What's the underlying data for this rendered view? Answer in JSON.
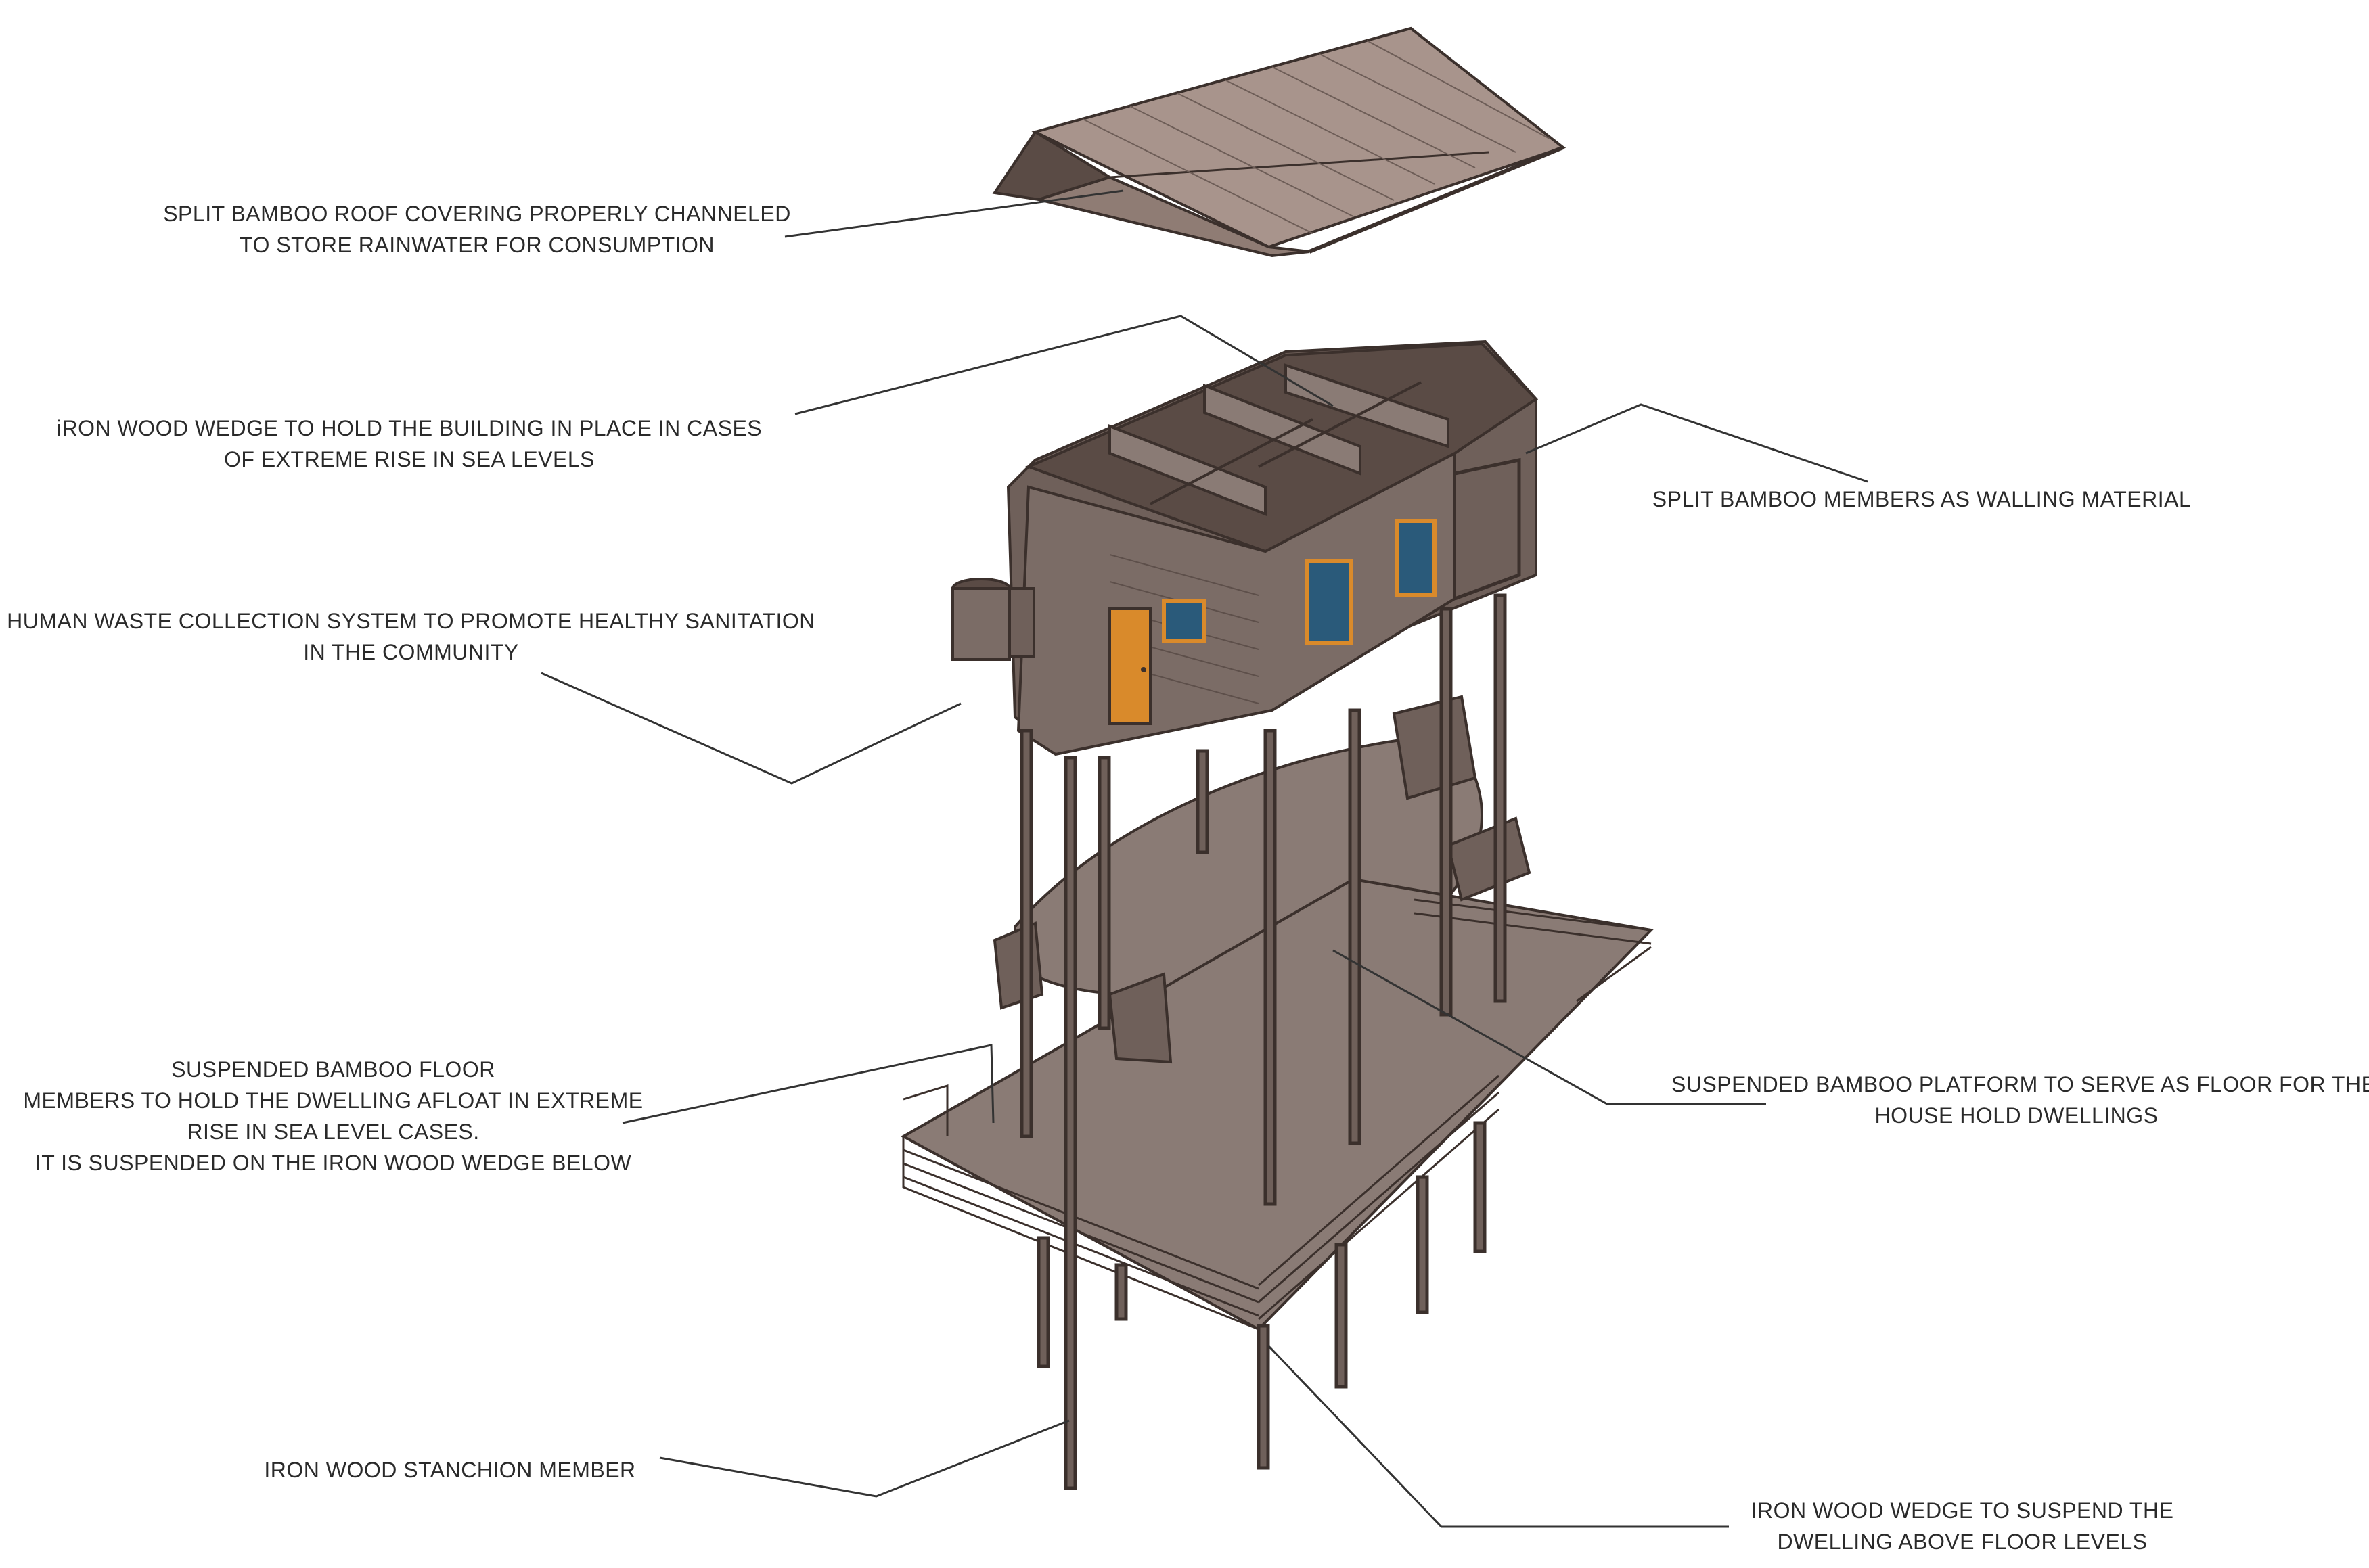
{
  "annotations": {
    "roof": {
      "lines": [
        "SPLIT BAMBOO ROOF COVERING PROPERLY CHANNELED",
        "TO STORE RAINWATER FOR CONSUMPTION"
      ]
    },
    "iron_wedge_top": {
      "lines": [
        "iRON WOOD WEDGE TO HOLD THE BUILDING IN PLACE IN CASES",
        "OF EXTREME RISE IN SEA LEVELS"
      ]
    },
    "walling": {
      "lines": [
        "SPLIT BAMBOO MEMBERS AS WALLING MATERIAL"
      ]
    },
    "waste": {
      "lines": [
        "HUMAN WASTE COLLECTION SYSTEM TO PROMOTE HEALTHY SANITATION",
        "IN THE COMMUNITY"
      ]
    },
    "floor": {
      "lines": [
        "SUSPENDED BAMBOO FLOOR",
        "MEMBERS TO HOLD THE DWELLING AFLOAT IN EXTREME",
        "RISE IN SEA LEVEL CASES.",
        "IT IS SUSPENDED ON THE IRON WOOD WEDGE BELOW"
      ]
    },
    "platform": {
      "lines": [
        "SUSPENDED BAMBOO PLATFORM TO SERVE AS FLOOR FOR THE",
        "HOUSE HOLD DWELLINGS"
      ]
    },
    "stanchion": {
      "lines": [
        "IRON WOOD STANCHION MEMBER"
      ]
    },
    "wedge_bottom": {
      "lines": [
        "IRON WOOD WEDGE TO SUSPEND THE",
        "DWELLING ABOVE FLOOR LEVELS"
      ]
    }
  },
  "colors": {
    "background": "#ffffff",
    "structure_fill": "#7b6c66",
    "structure_dark": "#4a3f3b",
    "roof_fill": "#a8948c",
    "deck_fill": "#8a7b75",
    "door": "#d98a2b",
    "window_frame": "#d98a2b",
    "window_glass": "#2a5a7a",
    "leader": "#333333",
    "text": "#2a2a2a"
  }
}
